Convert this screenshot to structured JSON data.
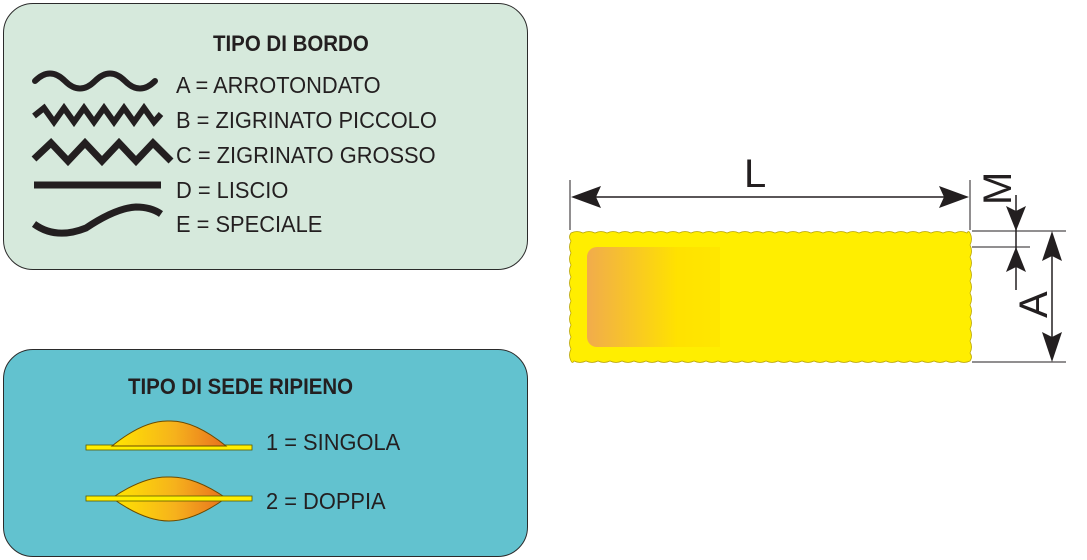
{
  "bordo": {
    "title": "TIPO DI BORDO",
    "items": [
      {
        "label": "A = ARROTONDATO",
        "icon": "rounded-wave-icon"
      },
      {
        "label": "B = ZIGRINATO PICCOLO",
        "icon": "small-zigzag-icon"
      },
      {
        "label": "C = ZIGRINATO GROSSO",
        "icon": "large-zigzag-icon"
      },
      {
        "label": "D = LISCIO",
        "icon": "straight-line-icon"
      },
      {
        "label": "E = SPECIALE",
        "icon": "special-curve-icon"
      }
    ]
  },
  "sede": {
    "title": "TIPO DI SEDE RIPIENO",
    "items": [
      {
        "label": "1 = SINGOLA",
        "icon": "single-filling-icon"
      },
      {
        "label": "2 = DOPPIA",
        "icon": "double-filling-icon"
      }
    ]
  },
  "dimensions": {
    "length": "L",
    "margin": "M",
    "height": "A"
  },
  "colors": {
    "bordo_panel": "#d6e9dc",
    "sede_panel": "#62c2cf",
    "pasta_yellow": "#ffee00",
    "pasta_orange": "#f0a040"
  }
}
